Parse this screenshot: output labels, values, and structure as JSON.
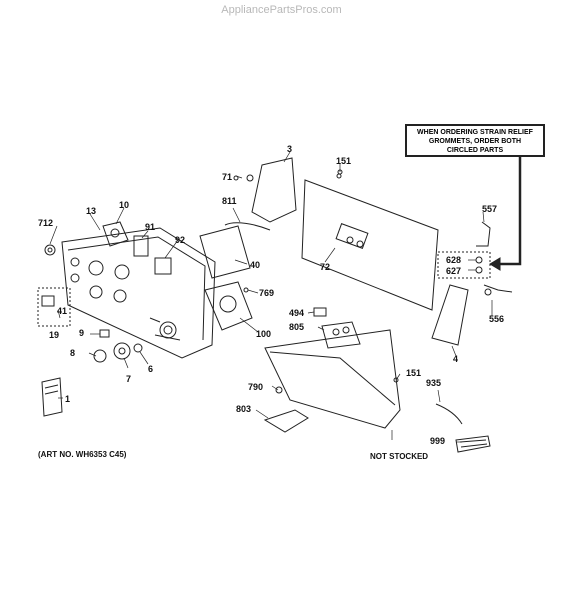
{
  "watermark": "AppliancePartsPros.com",
  "note": {
    "line1": "WHEN ORDERING STRAIN RELIEF",
    "line2": "GROMMETS, ORDER BOTH",
    "line3": "CIRCLED PARTS"
  },
  "art_no": "(ART NO. WH6353 C45)",
  "not_stocked": "NOT STOCKED",
  "labels": {
    "p1": "1",
    "p3": "3",
    "p4": "4",
    "p6": "6",
    "p7": "7",
    "p8": "8",
    "p9": "9",
    "p10": "10",
    "p13": "13",
    "p19": "19",
    "p40": "40",
    "p41": "41",
    "p71": "71",
    "p72": "72",
    "p91": "91",
    "p92": "92",
    "p100": "100",
    "p151a": "151",
    "p151b": "151",
    "p494": "494",
    "p556": "556",
    "p557": "557",
    "p627": "627",
    "p628": "628",
    "p712": "712",
    "p769": "769",
    "p790": "790",
    "p803": "803",
    "p805": "805",
    "p811": "811",
    "p935": "935",
    "p999": "999"
  },
  "colors": {
    "line": "#222222",
    "watermark": "#b8b8b8"
  }
}
